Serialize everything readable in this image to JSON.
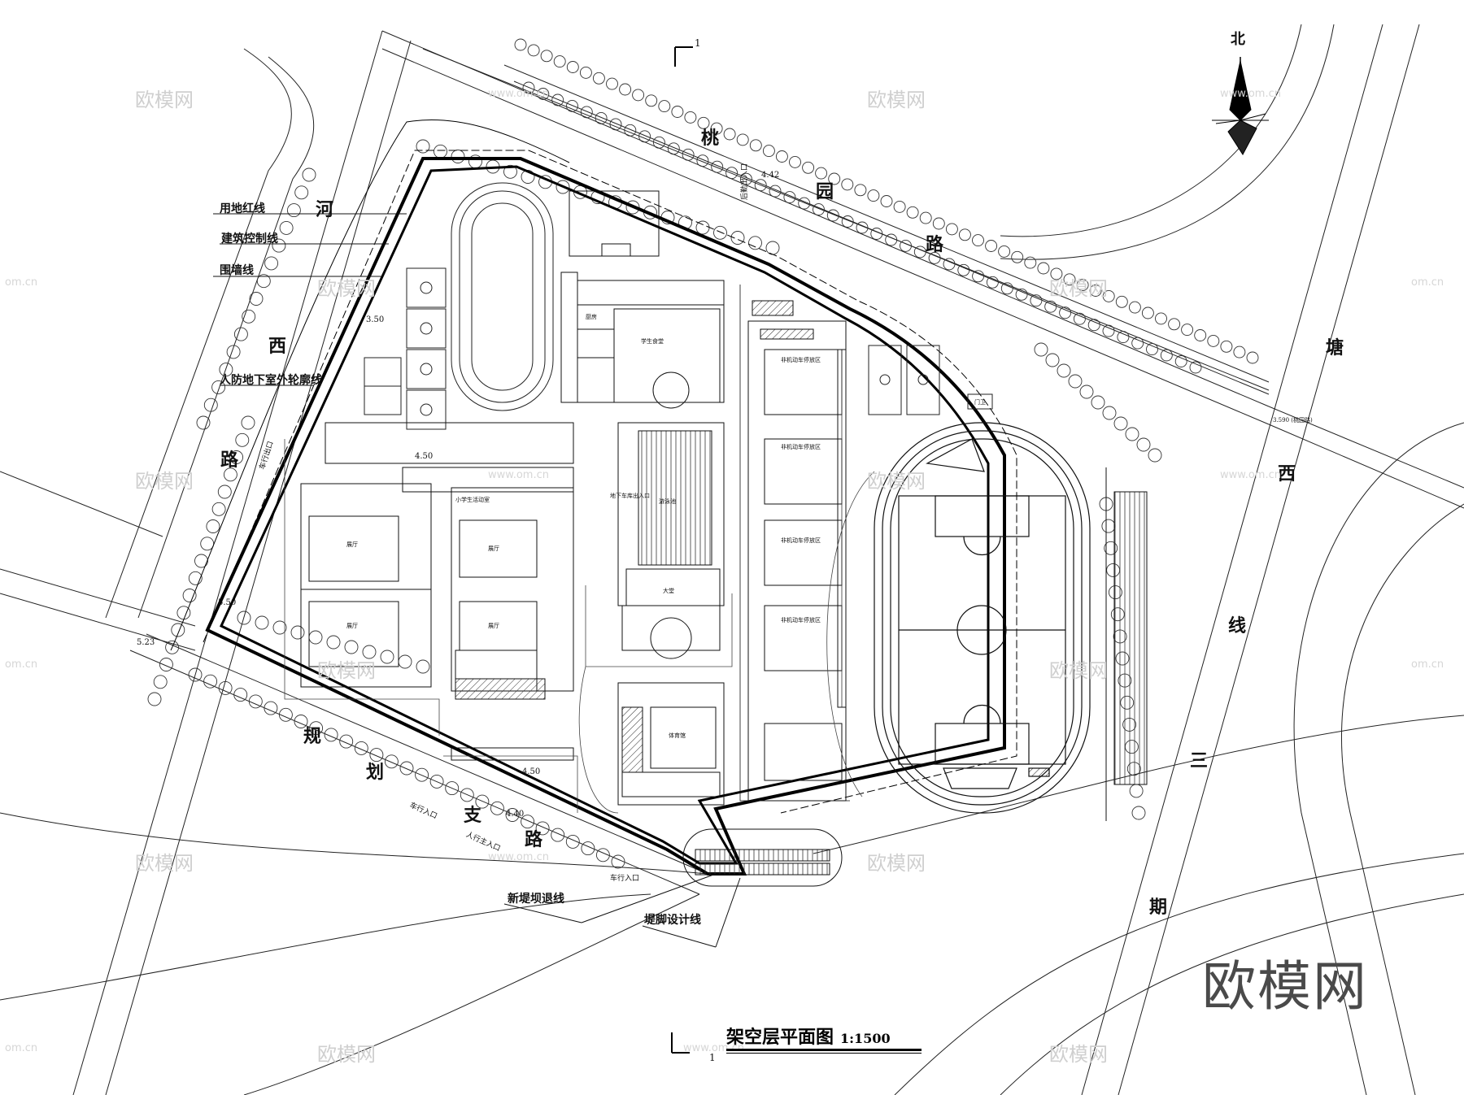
{
  "title": {
    "main": "架空层平面图",
    "scale": "1:1500"
  },
  "section_marks": {
    "top": "1",
    "bottom": "1"
  },
  "north": {
    "label": "北"
  },
  "brand": "欧模网",
  "watermark": {
    "text": "欧模网",
    "url": "www.om.cn",
    "short": "om.cn"
  },
  "roads": {
    "north": [
      "桃",
      "园",
      "路"
    ],
    "west": [
      "河",
      "西",
      "路"
    ],
    "south": [
      "规",
      "划",
      "支",
      "路"
    ],
    "east": [
      "塘",
      "西",
      "线"
    ],
    "east2": [
      "三",
      "期"
    ]
  },
  "leader_labels": {
    "site_line": "用地红线",
    "building_line": "建筑控制线",
    "wall_line": "围墙线",
    "basement_line": "人防地下室外轮廓线",
    "levee_line": "新堤坝退线",
    "toe_line": "堤脚设计线"
  },
  "entrances": {
    "rear": "后勤出入口",
    "vehicle_west": "车行出口",
    "vehicle_south": "车行入口",
    "pedestrian_main": "人行主入口",
    "vehicle_gate": "车行入口",
    "ground_entry": "地下车库出入口"
  },
  "elevations": {
    "e442": "4.42",
    "e350": "3.50",
    "e550": "5.50",
    "e523": "5.23",
    "e450a": "4.50",
    "e450b": "4.50",
    "e440": "4.40",
    "e3590": "3.590 (桃园路)"
  },
  "rooms": {
    "pool": "游泳池",
    "canteen": "学生食堂",
    "kitchen": "厨房",
    "hall1": "展厅",
    "hall2": "展厅",
    "hall3": "展厅",
    "hall4": "展厅",
    "nonmotor1": "非机动车停放区",
    "nonmotor2": "非机动车停放区",
    "nonmotor3": "非机动车停放区",
    "nonmotor4": "非机动车停放区",
    "activity": "小学生活动室",
    "gym": "体育馆",
    "lobby": "大堂",
    "station": "门卫"
  },
  "colors": {
    "line": "#111111",
    "bg": "#ffffff",
    "watermark": "#cfcfcf",
    "brand": "#4a4a4a"
  }
}
